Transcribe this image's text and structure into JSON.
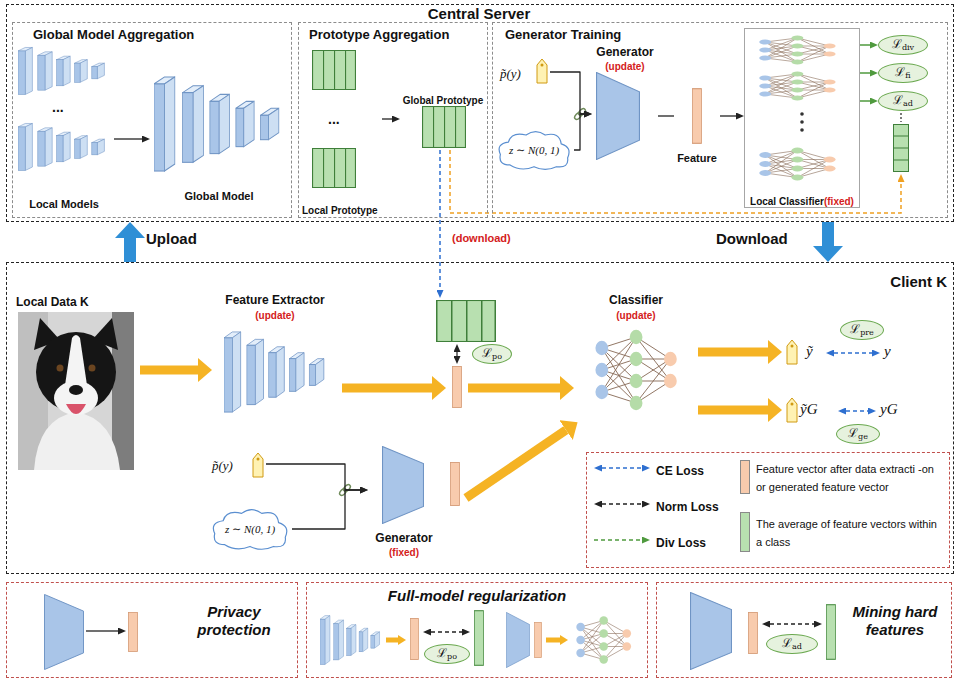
{
  "diagram": {
    "nodes": [
      {
        "text": [
          "Central Server"
        ]
      },
      {
        "text": [
          "Global Model Aggregation"
        ],
        "in": 0
      },
      {
        "text": [
          "Local Models"
        ],
        "in": 1
      },
      {
        "text": [
          "Global Model"
        ],
        "in": 1
      },
      {
        "text": [
          "Prototype Aggregation"
        ],
        "in": 0
      },
      {
        "text": [
          "Local Prototype"
        ],
        "in": 4
      },
      {
        "text": [
          "Global Prototype"
        ],
        "in": 4
      },
      {
        "text": [
          "Generator Training"
        ],
        "in": 0
      },
      {
        "text": [
          "p̃(y)"
        ],
        "in": 7
      },
      {
        "text": [
          "z ∼ N(0, 1)"
        ],
        "in": 7
      },
      {
        "text": [
          "Generator",
          "(update)"
        ],
        "in": 7
      },
      {
        "text": [
          "Feature"
        ],
        "in": 7
      },
      {
        "text": [
          "Local Classifier",
          "(fixed)"
        ],
        "in": 7
      },
      {
        "text": [
          "ℒ",
          "div"
        ],
        "in": 7
      },
      {
        "text": [
          "ℒ",
          "fi"
        ],
        "in": 7
      },
      {
        "text": [
          "ℒ",
          "ad"
        ],
        "in": 7
      },
      {
        "text": [
          "Client K"
        ]
      },
      {
        "text": [
          "Local Data K"
        ],
        "in": 16
      },
      {
        "text": [
          "Feature Extractor",
          "(update)"
        ],
        "in": 16
      },
      {
        "text": [
          "ℒ",
          "po"
        ],
        "in": 16
      },
      {
        "text": [
          "Classifier",
          "(update)"
        ],
        "in": 16
      },
      {
        "text": [
          "ℒ",
          "pre"
        ],
        "in": 16
      },
      {
        "text": [
          "ℒ",
          "ge"
        ],
        "in": 16
      },
      {
        "text": [
          "p̃(y)"
        ],
        "in": 16
      },
      {
        "text": [
          "z ∼ N(0, 1)"
        ],
        "in": 16
      },
      {
        "text": [
          "Generator",
          "(fixed)"
        ],
        "in": 16
      },
      {
        "text": [
          "Privacy protection"
        ]
      },
      {
        "text": [
          "Full-model regularization"
        ]
      },
      {
        "text": [
          "ℒ",
          "po"
        ],
        "in": 27
      },
      {
        "text": [
          "Mining hard features"
        ]
      },
      {
        "text": [
          "ℒ",
          "ad"
        ],
        "in": 29
      }
    ],
    "edges": [
      {
        "from": 2,
        "to": 3,
        "arrow": "to"
      },
      {
        "from": 5,
        "to": 6,
        "arrow": "to"
      },
      {
        "from": 8,
        "to": 10,
        "arrow": "to"
      },
      {
        "from": 9,
        "to": 10,
        "arrow": "to"
      },
      {
        "from": 10,
        "to": 11,
        "arrow": "none"
      },
      {
        "from": 11,
        "to": 12,
        "arrow": "to"
      },
      {
        "from": 12,
        "to": 13,
        "arrow": "to"
      },
      {
        "from": 12,
        "to": 14,
        "arrow": "to"
      },
      {
        "from": 12,
        "to": 15,
        "arrow": "to"
      },
      {
        "from": 16,
        "to": 0,
        "label": "Upload",
        "arrow": "to"
      },
      {
        "from": 0,
        "to": 16,
        "label": "Download",
        "arrow": "to"
      },
      {
        "from": 17,
        "to": 18,
        "arrow": "to"
      },
      {
        "from": 23,
        "to": 25,
        "arrow": "to"
      },
      {
        "from": 24,
        "to": 25,
        "arrow": "to"
      }
    ],
    "labels": [
      "...",
      "...",
      "(download)",
      "ỹ",
      "y",
      "ỹG",
      "yG"
    ],
    "legend": [
      {
        "text": "CE Loss"
      },
      {
        "text": "Norm Loss"
      },
      {
        "text": "Div Loss"
      },
      {
        "text": "Feature vector after data extracti -on or generated feature vector",
        "color": "#f8cbad"
      },
      {
        "text": "The average of feature vectors within a class",
        "color": "#b8e0b0"
      }
    ]
  }
}
